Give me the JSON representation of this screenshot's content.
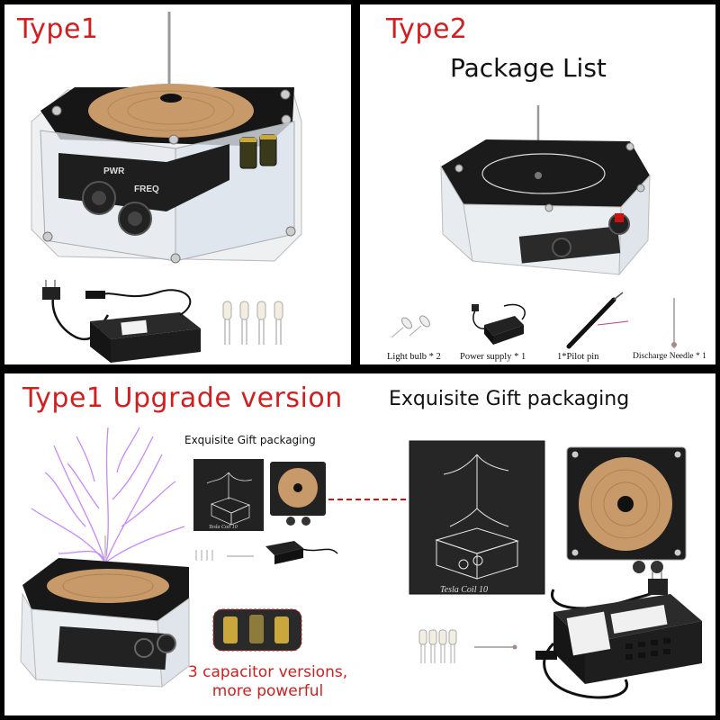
{
  "panels": {
    "type1": {
      "title": "Type1"
    },
    "type2": {
      "title": "Type2",
      "heading": "Package List",
      "items": [
        {
          "label": "Light bulb * 2"
        },
        {
          "label": "Power supply * 1"
        },
        {
          "label": "1*Pilot pin"
        },
        {
          "label": "Discharge Needle * 1"
        }
      ]
    },
    "upgrade": {
      "title": "Type1 Upgrade version",
      "gift_heading": "Exquisite Gift packaging",
      "gift_small_label": "Exquisite Gift packaging",
      "capacitor_note_line1": "3 capacitor versions,",
      "capacitor_note_line2": "more powerful",
      "box_label_small": "Tesla Coil 10",
      "box_label_large": "Tesla Coil 10"
    }
  },
  "colors": {
    "title_red": "#d11f1f",
    "brass": "#c89a6a",
    "divider": "#000000",
    "spark_purple": "#c27bff"
  },
  "icons": [
    "tesla-coil-device",
    "power-adapter",
    "neon-bulb",
    "discharge-needle",
    "pilot-pin",
    "gift-box",
    "lightning-arc"
  ]
}
